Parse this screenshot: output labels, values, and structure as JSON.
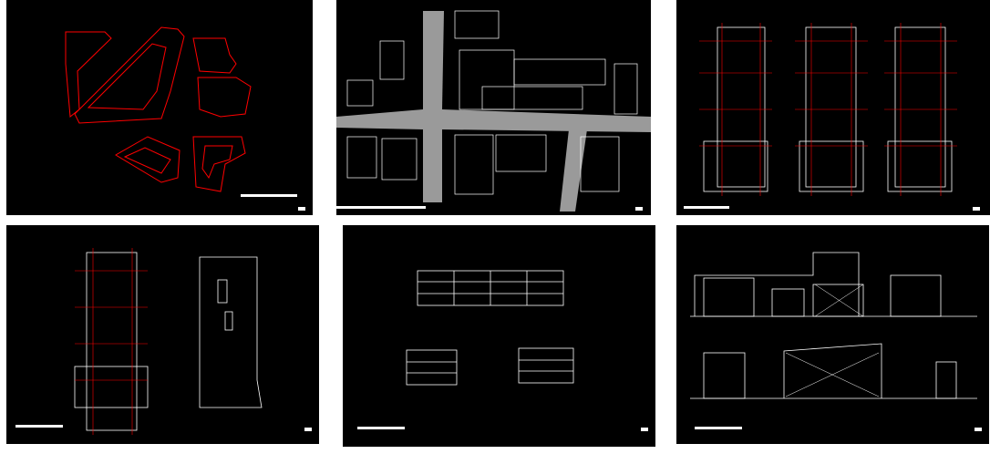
{
  "viewer": {
    "sheets": [
      {
        "icon": "site-outline-plan"
      },
      {
        "icon": "urban-context-plan"
      },
      {
        "icon": "floor-plans-set"
      },
      {
        "icon": "ground-and-roof-plan"
      },
      {
        "icon": "building-sections"
      },
      {
        "icon": "street-elevations"
      }
    ]
  },
  "colors": {
    "background": "#000000",
    "linework": "#ffffff",
    "highlight": "#ff0000",
    "road": "#9a9a9a"
  }
}
